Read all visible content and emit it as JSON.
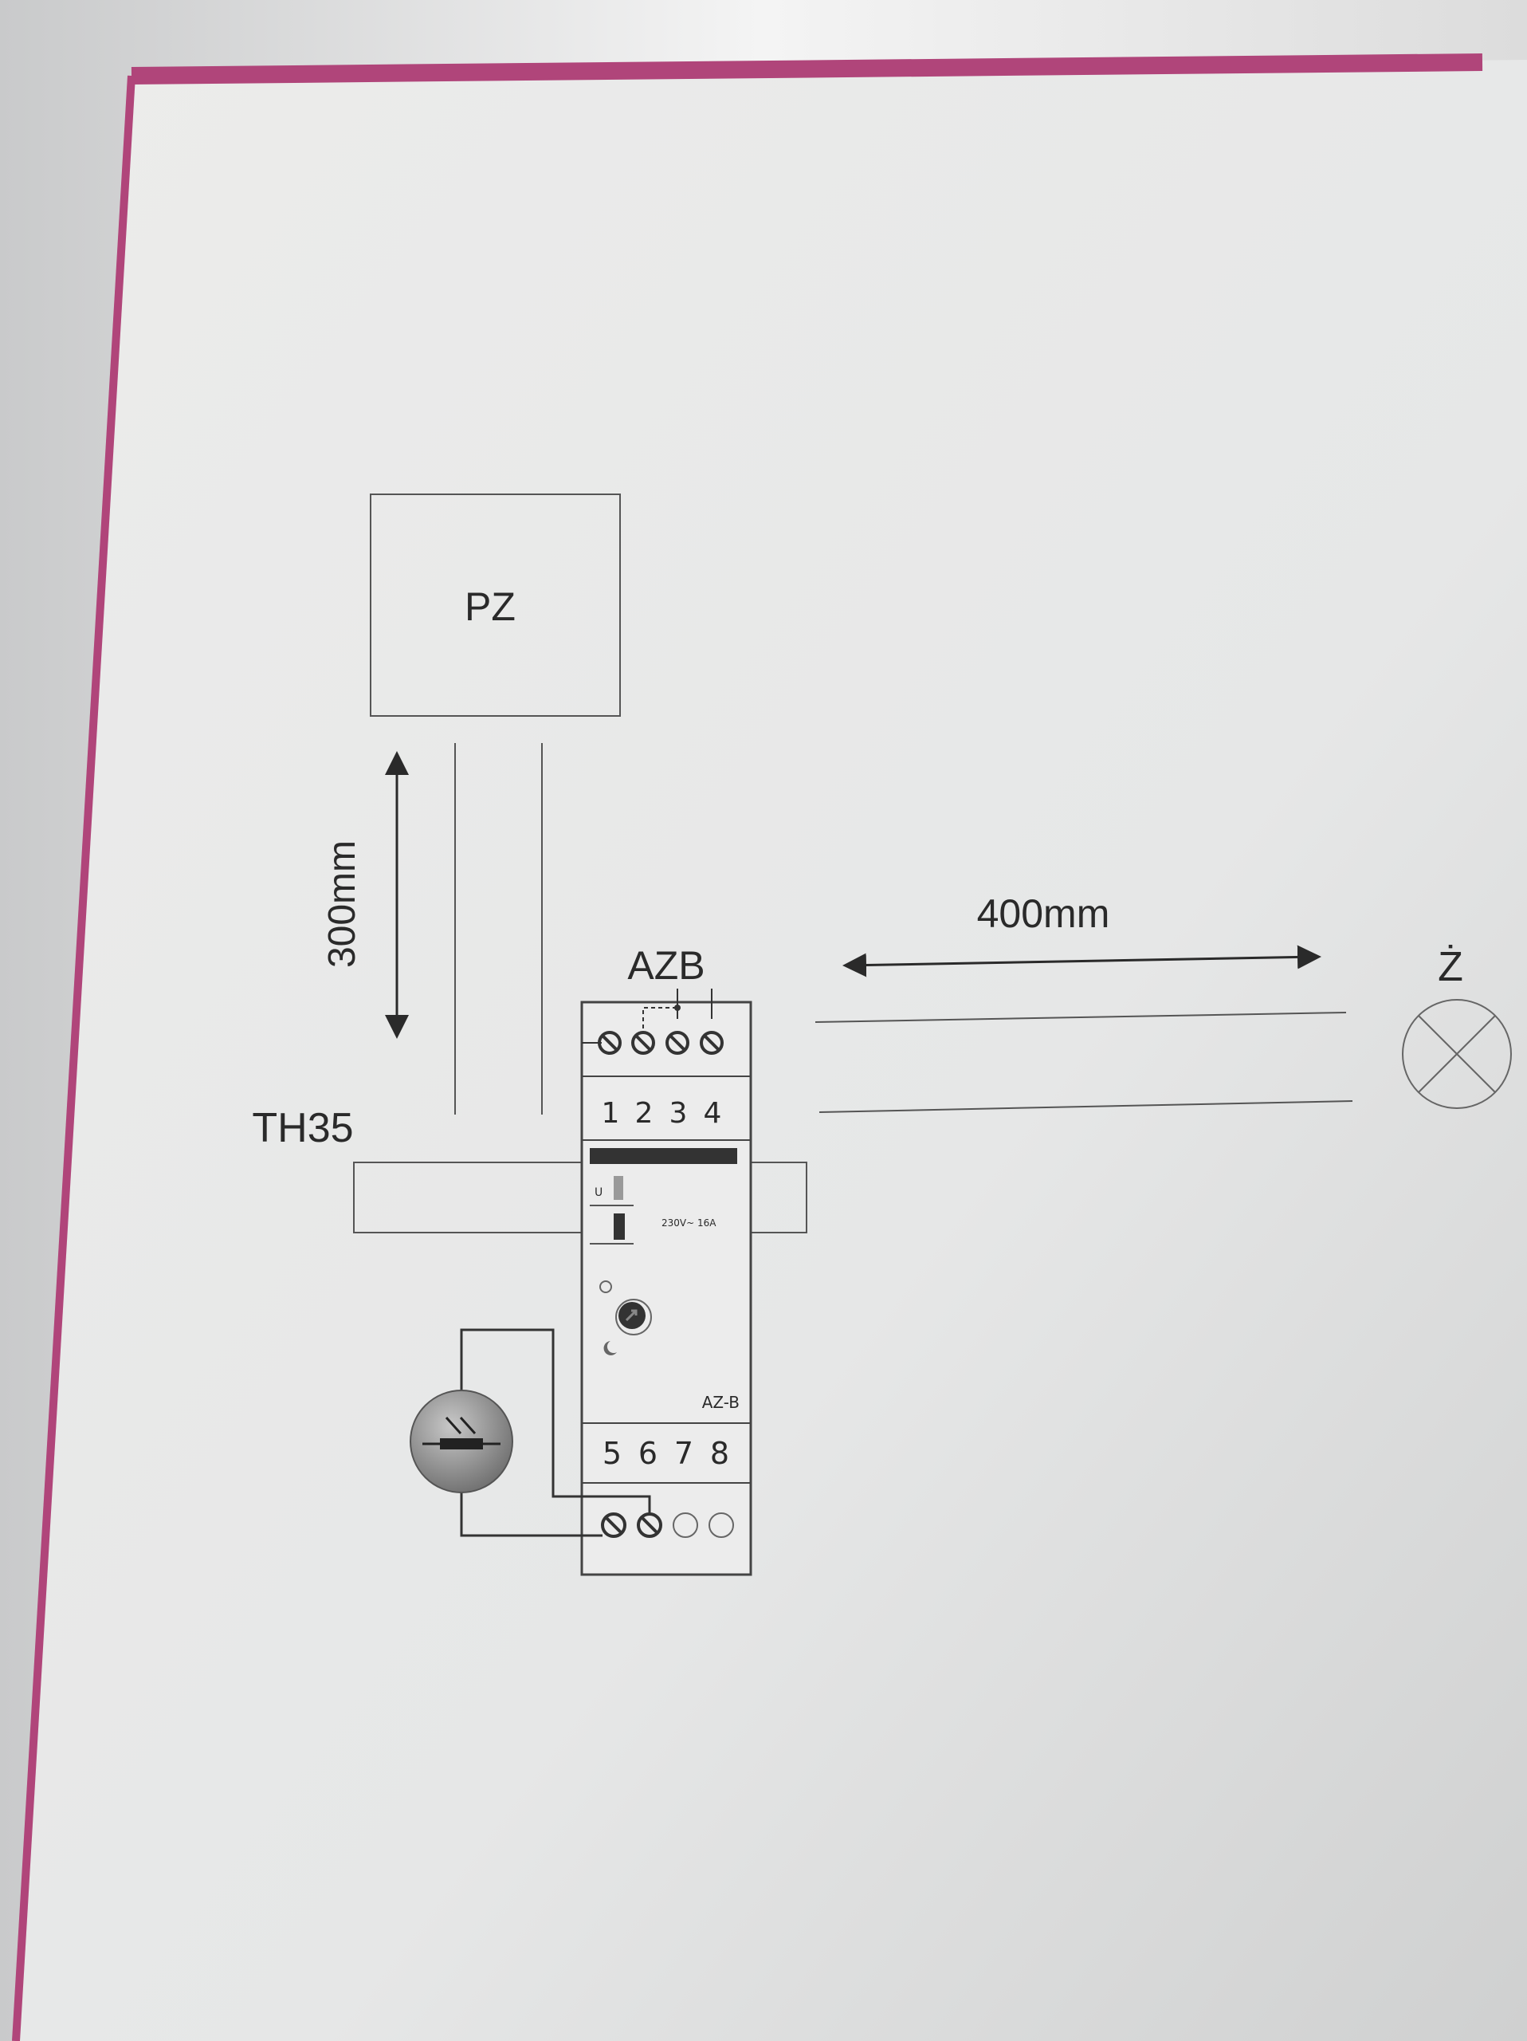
{
  "diagram": {
    "distribution_box": {
      "label": "PZ"
    },
    "vertical_dimension": {
      "label": "300mm"
    },
    "horizontal_dimension": {
      "label": "400mm"
    },
    "rail": {
      "label": "TH35"
    },
    "device": {
      "label": "AZB",
      "model": "AZ-B",
      "rating": "230V~ 16A",
      "indicator_u": "U",
      "top_terminals": [
        "1",
        "2",
        "3",
        "4"
      ],
      "bottom_terminals": [
        "5",
        "6",
        "7",
        "8"
      ]
    },
    "lamp": {
      "label": "Ż"
    }
  },
  "colors": {
    "paper": "#e9eaea",
    "border": "#b0457a",
    "ink": "#3a3a3a"
  }
}
